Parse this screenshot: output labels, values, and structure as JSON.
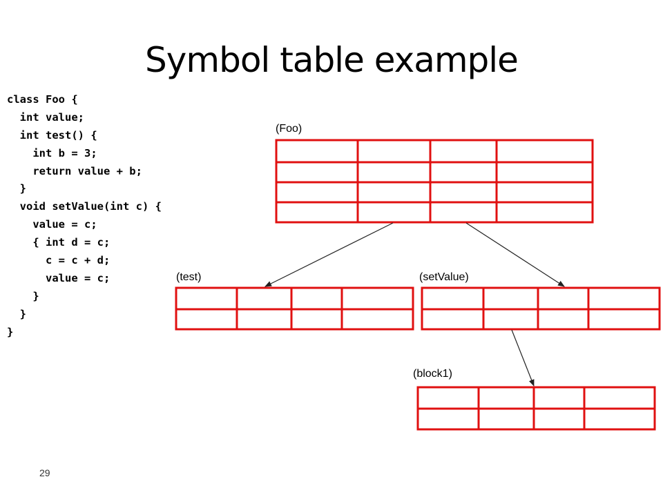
{
  "title": "Symbol table example",
  "slide_number": "29",
  "code_lines": [
    "class Foo {",
    "  int value;",
    "  int test() {",
    "    int b = 3;",
    "    return value + b;",
    "  }",
    "  void setValue(int c) {",
    "    value = c;",
    "    { int d = c;",
    "      c = c + d;",
    "      value = c;",
    "    }",
    "  }",
    "}"
  ],
  "tables": {
    "foo": {
      "label": "(Foo)",
      "rows": 4,
      "cols": 4
    },
    "test": {
      "label": "(test)",
      "rows": 2,
      "cols": 4
    },
    "setvalue": {
      "label": "(setValue)",
      "rows": 2,
      "cols": 4
    },
    "block1": {
      "label": "(block1)",
      "rows": 2,
      "cols": 4
    }
  },
  "colors": {
    "table_border": "#e01010",
    "arrow": "#222222"
  }
}
